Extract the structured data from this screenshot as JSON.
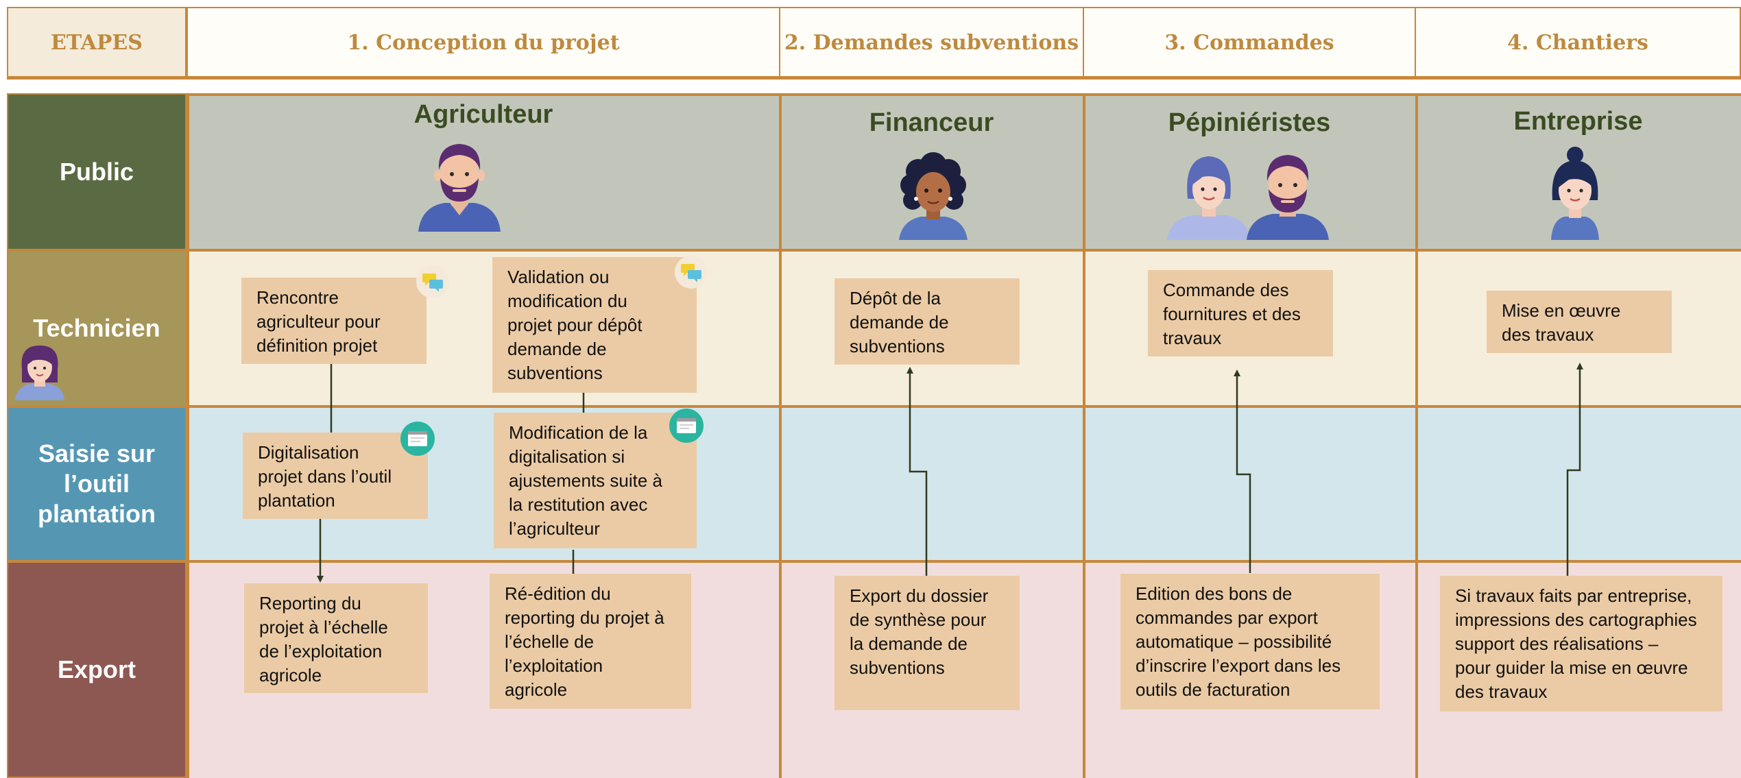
{
  "header": {
    "etapes": "ETAPES",
    "step1": "1. Conception du projet",
    "step2": "2. Demandes subventions",
    "step3": "3. Commandes",
    "step4": "4. Chantiers"
  },
  "rows": {
    "public": "Public",
    "technicien": "Technicien",
    "saisie": "Saisie sur l’outil plantation",
    "export": "Export"
  },
  "actors": {
    "agriculteur": "Agriculteur",
    "financeur": "Financeur",
    "pepinieristes": "Pépiniéristes",
    "entreprise": "Entreprise"
  },
  "boxes": {
    "rencontre": "Rencontre\nagriculteur pour\ndéfinition projet",
    "validation": "Validation ou\nmodification du\nprojet pour dépôt\ndemande de\nsubventions",
    "depot": "Dépôt de la\ndemande de\nsubventions",
    "commande": "Commande des\nfournitures et des\ntravaux",
    "mise": "Mise en œuvre\ndes travaux",
    "digitalisation": "Digitalisation\nprojet dans l’outil\nplantation",
    "modification": "Modification de la\ndigitalisation si\najustements suite à\nla restitution avec\nl’agriculteur",
    "reporting": "Reporting du\nprojet à l’échelle\nde l’exploitation\nagricole",
    "reedition": "Ré-édition du\nreporting du projet à\nl’échelle de\nl’exploitation\nagricole",
    "export_dossier": "Export du dossier\nde synthèse pour\nla demande de\nsubventions",
    "edition_bons": "Edition des bons de\ncommandes par export\nautomatique – possibilité\nd’inscrire l’export dans les\noutils de facturation",
    "si_travaux": "Si travaux faits par entreprise,\nimpressions des cartographies\nsupport des réalisations –\npour guider la mise en œuvre\ndes travaux"
  },
  "colors": {
    "accent": "#C8873A",
    "header_text": "#BE8A3E",
    "public_label": "#5A6B44",
    "technicien_label": "#A6965A",
    "saisie_label": "#5597B3",
    "export_label": "#8E5852",
    "public_band": "#C2C6BA",
    "technicien_band": "#F6EEDC",
    "saisie_band": "#D3E6EC",
    "export_band": "#F1DDDD",
    "box": "#EBCBA5",
    "actor_text": "#3B4B22"
  },
  "icons": [
    "chat-bubbles-icon",
    "browser-window-icon",
    "person-avatar-icon",
    "arrow-up-icon",
    "arrow-down-icon"
  ]
}
